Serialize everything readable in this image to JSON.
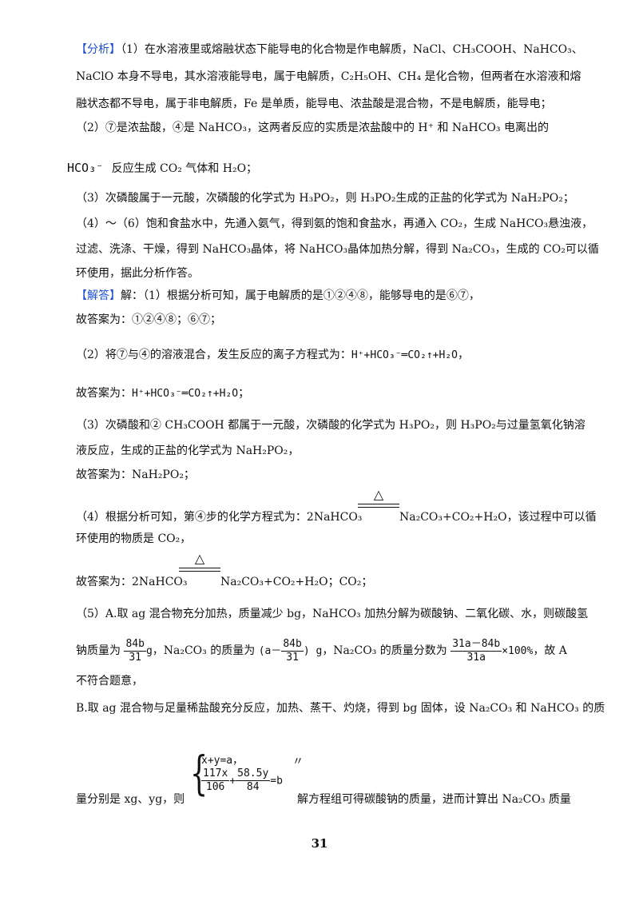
{
  "l1": {
    "tag": "【分析】",
    "text": "（1）在水溶液里或熔融状态下能导电的化合物是作电解质，NaCl、CH₃COOH、NaHCO₃、"
  },
  "l2": "NaClO 本身不导电，其水溶液能导电，属于电解质，C₂H₅OH、CH₄ 是化合物，但两者在水溶液和熔",
  "l3": "融状态都不导电，属于非电解质，Fe 是单质，能导电、浓盐酸是混合物，不是电解质，能导电；",
  "l4": "（2）⑦是浓盐酸，④是 NaHCO₃，这两者反应的实质是浓盐酸中的 H⁺ 和 NaHCO₃ 电离出的",
  "l5": {
    "ion": "HCO₃⁻",
    "text": "反应生成 CO₂ 气体和 H₂O；"
  },
  "l6": "（3）次磷酸属于一元酸，次磷酸的化学式为 H₃PO₂，则 H₃PO₂生成的正盐的化学式为 NaH₂PO₂；",
  "l7": "（4）～（6）饱和食盐水中，先通入氨气，得到氨的饱和食盐水，再通入 CO₂，生成 NaHCO₃悬浊液，",
  "l8": "过滤、洗涤、干燥，得到 NaHCO₃晶体，将 NaHCO₃晶体加热分解，得到 Na₂CO₃，生成的 CO₂可以循",
  "l9": "环使用，据此分析作答。",
  "l10": {
    "tag": "【解答】",
    "text": "解：（1）根据分析可知，属于电解质的是①②④⑧，能够导电的是⑥⑦，"
  },
  "l11": "故答案为：①②④⑧；⑥⑦；",
  "l12": {
    "text": "（2）将⑦与④的溶液混合，发生反应的离子方程式为：",
    "eq": "H⁺+HCO₃⁻═CO₂↑+H₂O",
    "end": "，"
  },
  "l13": {
    "text": "故答案为：",
    "eq": "H⁺+HCO₃⁻═CO₂↑+H₂O",
    "end": "；"
  },
  "l14": "（3）次磷酸和② CH₃COOH 都属于一元酸，次磷酸的化学式为 H₃PO₂，则 H₃PO₂与过量氢氧化钠溶",
  "l15": "液反应，生成的正盐的化学式为 NaH₂PO₂，",
  "l16": "故答案为：NaH₂PO₂；",
  "l17": {
    "left": "（4）根据分析可知，第④步的化学方程式为：2NaHCO₃",
    "cond": "△",
    "right": "Na₂CO₃+CO₂+H₂O，该过程中可以循"
  },
  "l18": "环使用的物质是 CO₂，",
  "l19": {
    "left": "故答案为：2NaHCO₃",
    "cond": "△",
    "right": "Na₂CO₃+CO₂+H₂O；CO₂；"
  },
  "l20": "（5）A.取 ag 混合物充分加热，质量减少 bg，NaHCO₃ 加热分解为碳酸钠、二氧化碳、水，则碳酸氢",
  "l21": {
    "a": "钠质量为",
    "f1n": "84b",
    "f1d": "31",
    "u1": "g",
    "b": "，Na₂CO₃ 的质量为",
    "p1": "(a－",
    "f2n": "84b",
    "f2d": "31",
    "p2": ") g",
    "c": "，Na₂CO₃ 的质量分数为",
    "f3n": "31a－84b",
    "f3d": "31a",
    "pct": "×100%",
    "d": "，故 A"
  },
  "l22": "不符合题意，",
  "l23": "B.取 ag 混合物与足量稀盐酸充分反应，加热、蒸干、灼烧，得到 bg 固体，设 Na₂CO₃ 和 NaHCO₃ 的质",
  "l24": {
    "a": "量分别是 xg、yg，则",
    "eq1": "x+y=a，",
    "f1n": "117x",
    "f1d": "106",
    "plus": "+",
    "f2n": "58.5y",
    "f2d": "84",
    "eqb": "=b",
    "quote": "〃",
    "b": "解方程组可得碳酸钠的质量，进而计算出 Na₂CO₃ 质量"
  },
  "page": "31"
}
